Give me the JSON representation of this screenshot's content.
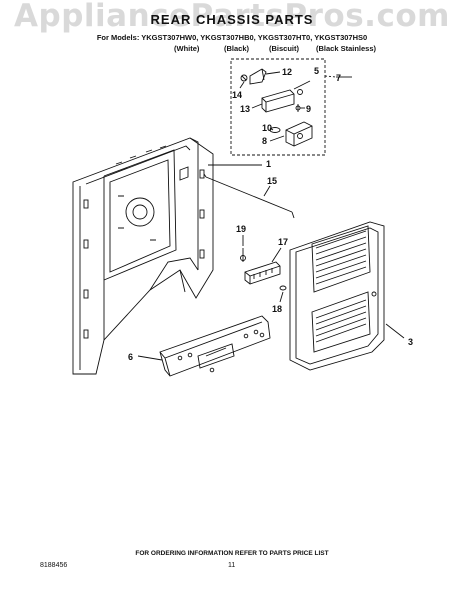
{
  "watermark": "AppliancePartsPros.com",
  "title": "REAR CHASSIS PARTS",
  "models_line": "For Models: YKGST307HW0, YKGST307HB0, YKGST307HT0, YKGST307HS0",
  "colors": [
    "(White)",
    "(Black)",
    "(Biscuit)",
    "(Black Stainless)"
  ],
  "callouts": [
    "1",
    "3",
    "5",
    "6",
    "7",
    "8",
    "9",
    "10",
    "12",
    "13",
    "14",
    "15",
    "17",
    "18",
    "19"
  ],
  "footer": "FOR ORDERING INFORMATION REFER TO PARTS PRICE LIST",
  "document_number": "8188456",
  "page_number": "11"
}
